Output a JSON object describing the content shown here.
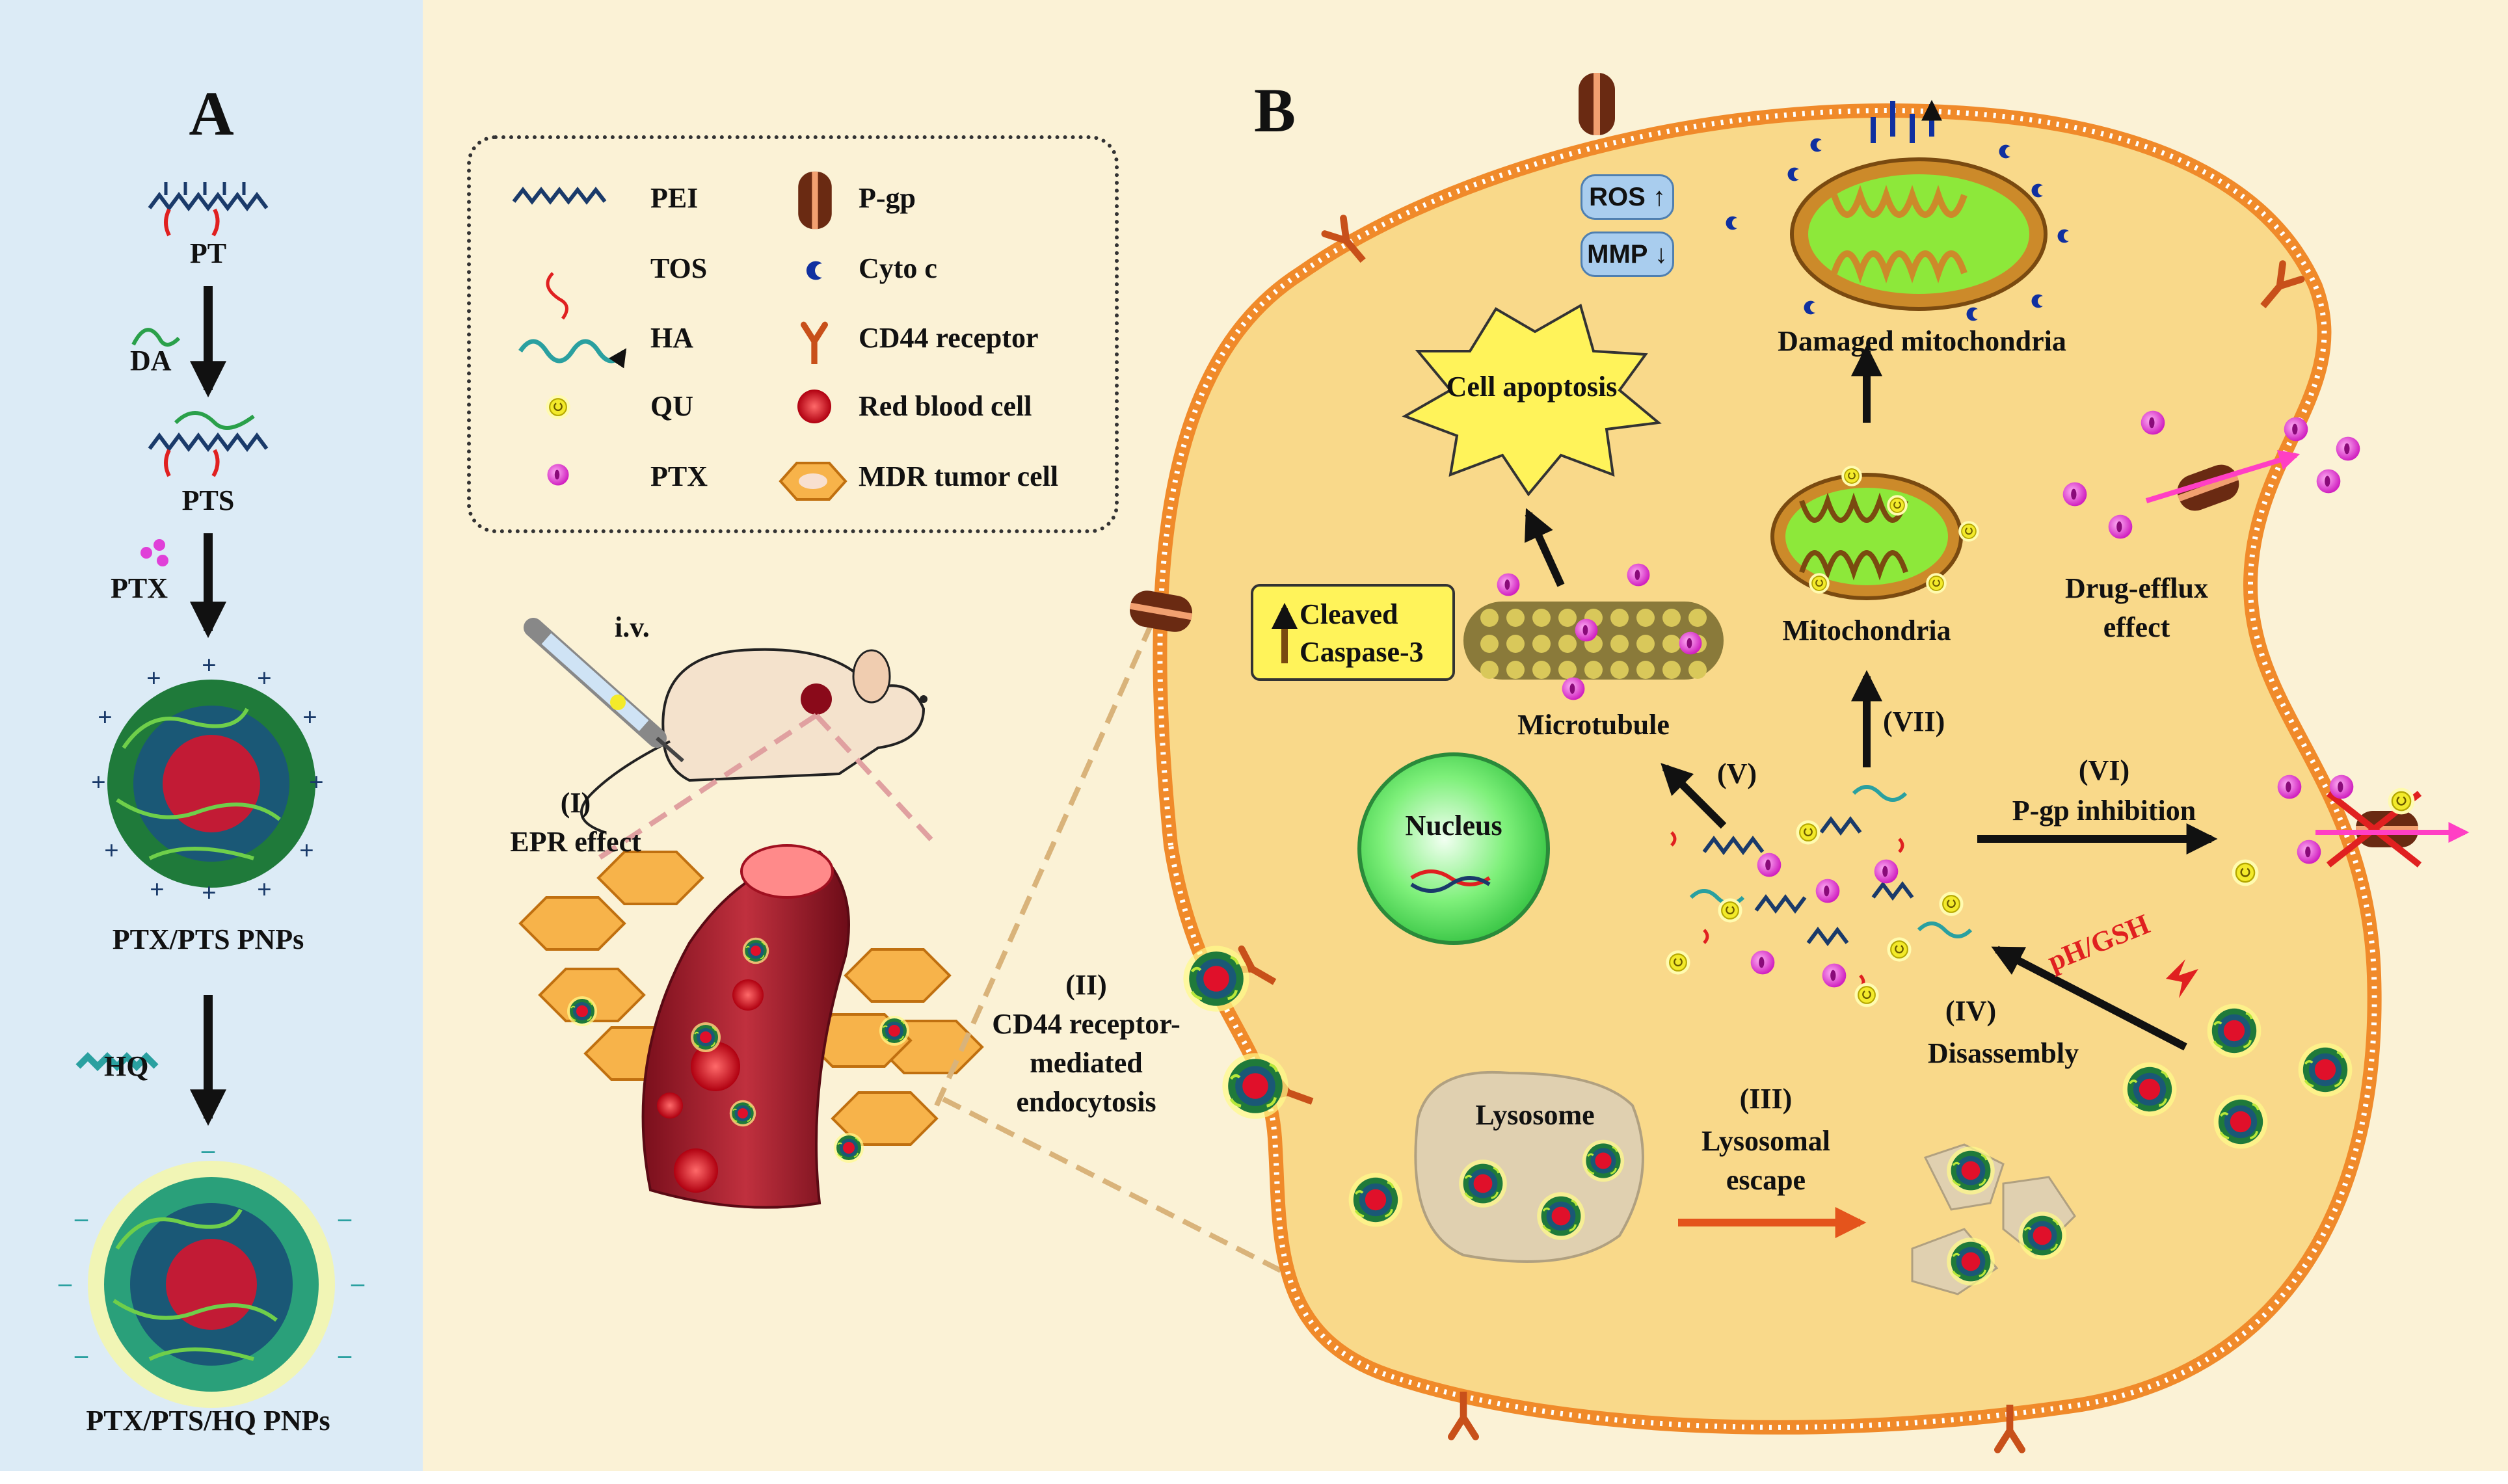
{
  "panel_a": {
    "title": "A",
    "pt": "PT",
    "da": "DA",
    "pts": "PTS",
    "ptx": "PTX",
    "ptx_pts_pnps": "PTX/PTS PNPs",
    "hq": "HQ",
    "ptx_pts_hq_pnps": "PTX/PTS/HQ PNPs",
    "plus": "+",
    "minus": "–"
  },
  "panel_b": {
    "title": "B"
  },
  "legend": {
    "pei": "PEI",
    "tos": "TOS",
    "ha": "HA",
    "qu": "QU",
    "ptx": "PTX",
    "pgp": "P-gp",
    "cytoc": "Cyto c",
    "cd44": "CD44 receptor",
    "rbc": "Red blood cell",
    "mdr": "MDR  tumor cell"
  },
  "labels": {
    "iv": "i.v.",
    "epr_num": "(I)",
    "epr": "EPR effect",
    "cd44_num": "(II)",
    "cd44_line1": "CD44 receptor-",
    "cd44_line2": "mediated",
    "cd44_line3": "endocytosis",
    "ros": "ROS ↑",
    "mmp": "MMP ↓",
    "damaged_mito": "Damaged mitochondria",
    "cell_apoptosis": "Cell apoptosis",
    "cleaved_line1": "Cleaved",
    "cleaved_line2": "Caspase-3",
    "microtubule": "Microtubule",
    "mitochondria": "Mitochondria",
    "drug_efflux_line1": "Drug-efflux",
    "drug_efflux_line2": "effect",
    "v": "(V)",
    "vii": "(VII)",
    "vi": "(VI)",
    "pgp_inhibition": "P-gp inhibition",
    "nucleus": "Nucleus",
    "ph_gsh": "pH/GSH",
    "iv_num": "(IV)",
    "disassembly": "Disassembly",
    "lysosome": "Lysosome",
    "iii": "(III)",
    "lysosomal_line1": "Lysosomal",
    "lysosomal_line2": "escape"
  },
  "colors": {
    "panel_a_bg": "#dcebf6",
    "panel_b_bg": "#fbf2d6",
    "cell_fill": "#f9d98a",
    "membrane_head": "#f08a2a",
    "nanoparticle_core": "#e0102a",
    "nanoparticle_shell": "#1f7a3a",
    "ptx_magenta": "#e040d8",
    "qu_yellow": "#f3ea2a",
    "arrow_orange": "#e4541c"
  }
}
